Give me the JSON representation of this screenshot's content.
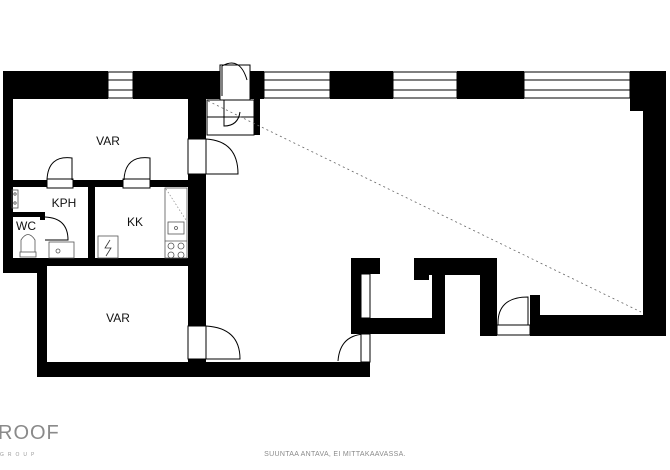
{
  "rooms": {
    "var_top": "VAR",
    "kph": "KPH",
    "kk": "KK",
    "wc": "WC",
    "var_bottom": "VAR"
  },
  "logo": {
    "main": "ROOF",
    "sub": "GROUP"
  },
  "disclaimer": "SUUNTAA ANTAVA, EI MITTAKAAVASSA.",
  "colors": {
    "wall": "#000000",
    "background": "#ffffff",
    "fixture": "#555555",
    "text_muted": "#8a8a8a"
  }
}
